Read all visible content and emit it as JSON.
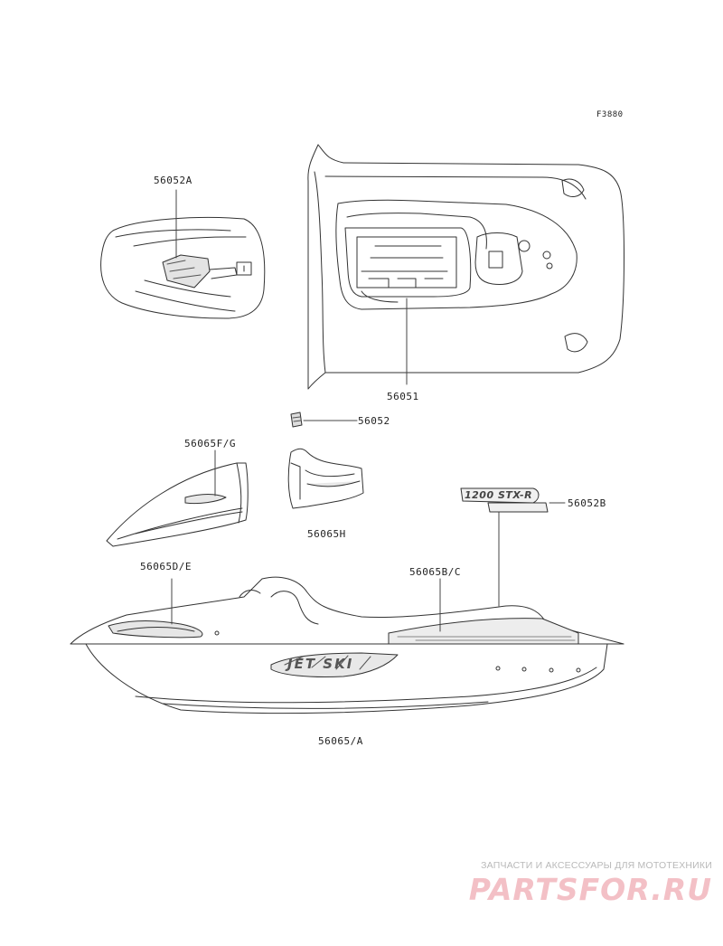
{
  "figure_code": "F3880",
  "callouts": {
    "c56052A": "56052A",
    "c56051": "56051",
    "c56052": "56052",
    "c56065FG": "56065F/G",
    "c56052B": "56052B",
    "c56065H": "56065H",
    "c56065DE": "56065D/E",
    "c56065BC": "56065B/C",
    "c56065A": "56065/A"
  },
  "decal_texts": {
    "jetski": "JET SKI",
    "model": "1200 STX-R"
  },
  "watermark": {
    "tagline": "ЗАПЧАСТИ И АКСЕССУАРЫ ДЛЯ МОТОТЕХНИКИ",
    "brand": "PARTSFOR.RU"
  },
  "colors": {
    "line": "#333333",
    "decal_fill": "#e6e6e6",
    "watermark_red": "#f3c0c6",
    "watermark_gray": "#b9b9b9"
  }
}
